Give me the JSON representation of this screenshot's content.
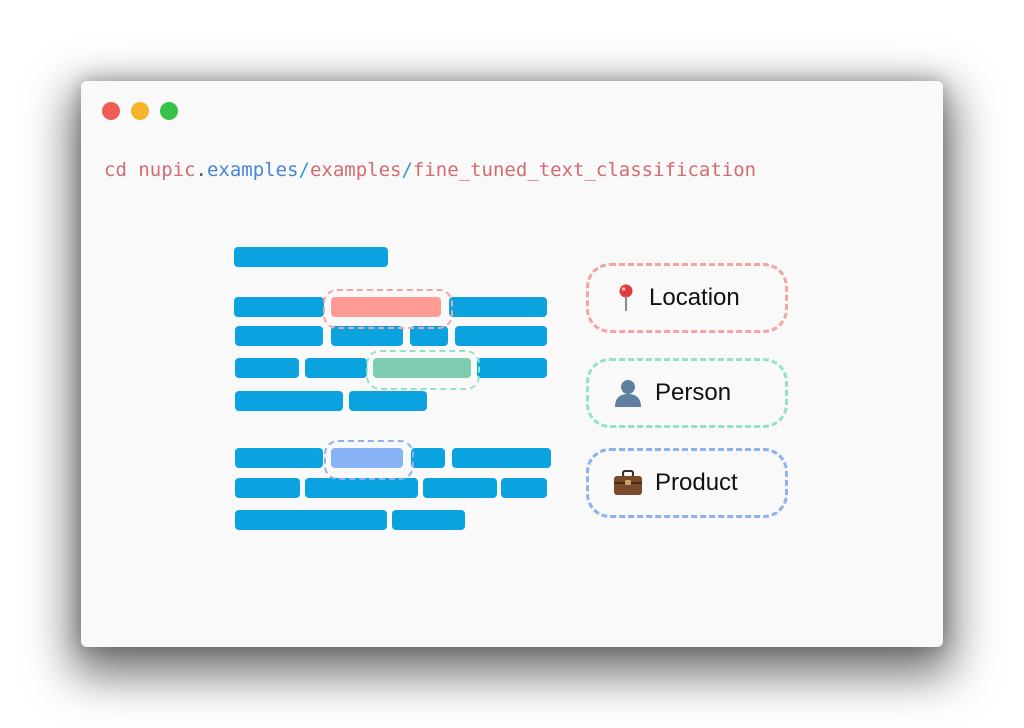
{
  "window": {
    "controls": [
      {
        "name": "close",
        "color": "#f05d55"
      },
      {
        "name": "minimize",
        "color": "#f4b42d"
      },
      {
        "name": "maximize",
        "color": "#37c34a"
      }
    ]
  },
  "command": {
    "parts": [
      {
        "text": "cd nupic",
        "color": "#d46a72"
      },
      {
        "text": ".",
        "color": "#555555"
      },
      {
        "text": "examples",
        "color": "#4a84d8"
      },
      {
        "text": "/",
        "color": "#2f9ec8"
      },
      {
        "text": "examples",
        "color": "#d46a72"
      },
      {
        "text": "/",
        "color": "#2f9ec8"
      },
      {
        "text": "fine_tuned_text_classification",
        "color": "#d46a72"
      }
    ]
  },
  "colors": {
    "text_bar": "#0aa3e0",
    "location": "#ff9a95",
    "person": "#7ecdb1",
    "product": "#88b4f7",
    "location_border": "#f3a5a5",
    "person_border": "#94e3c6",
    "product_border": "#8db2f0"
  },
  "labels": [
    {
      "text": "Location",
      "icon": "pin-icon"
    },
    {
      "text": "Person",
      "icon": "person-icon"
    },
    {
      "text": "Product",
      "icon": "briefcase-icon"
    }
  ]
}
